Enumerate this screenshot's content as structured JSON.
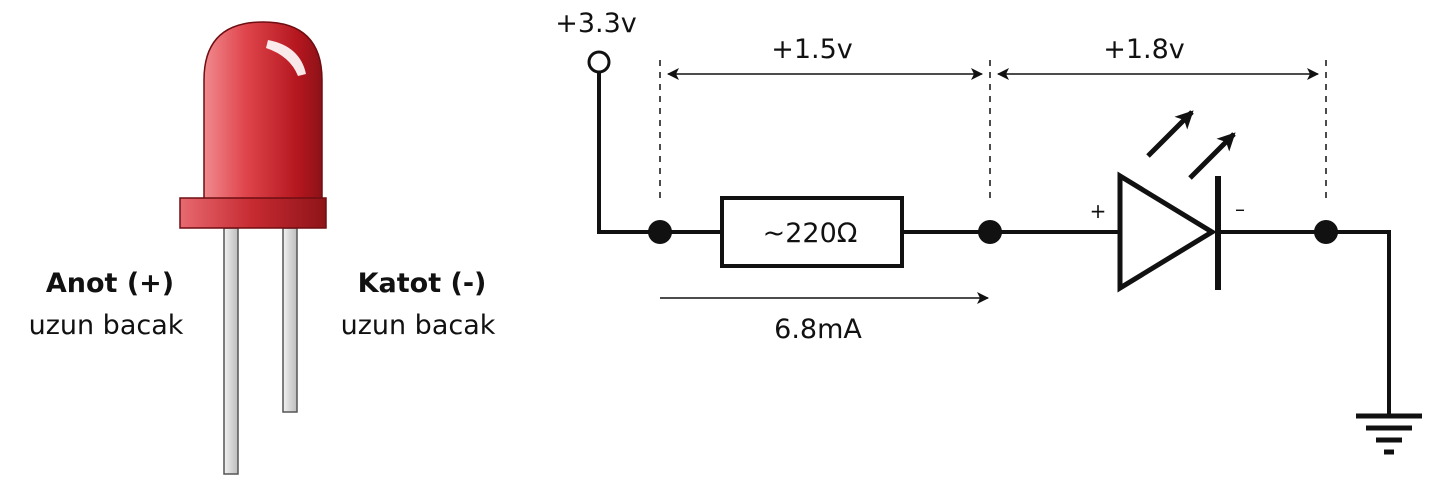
{
  "led": {
    "anode_label": "Anot (+)",
    "anode_sub": "uzun bacak",
    "cathode_label": "Katot (-)",
    "cathode_sub": "uzun bacak"
  },
  "circuit": {
    "supply_label": "+3.3v",
    "resistor_drop": "+1.5v",
    "led_drop": "+1.8v",
    "resistor_value": "~220Ω",
    "current": "6.8mA",
    "led_plus": "+",
    "led_minus": "–"
  },
  "colors": {
    "led_red": "#c81e28",
    "led_dark": "#8c1218",
    "wire": "#111111",
    "leg": "#d9d9d9"
  }
}
